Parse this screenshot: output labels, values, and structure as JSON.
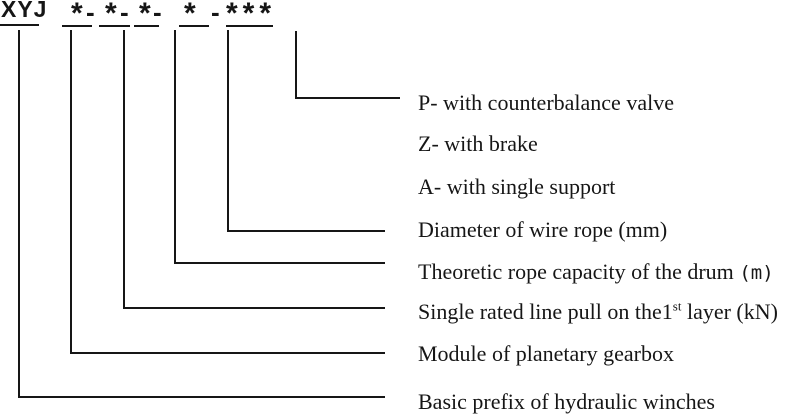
{
  "colors": {
    "ink": "#161616",
    "paper": "#ffffff"
  },
  "code": {
    "prefix": "XYJ",
    "stars": [
      "*",
      "*",
      "*",
      "*",
      "***"
    ],
    "dash": "-"
  },
  "labels": {
    "p_valve": "P- with counterbalance valve",
    "z_brake": "Z- with brake",
    "a_support": "A- with single support",
    "diameter": "Diameter of wire rope (mm)",
    "capacity_pre": "Theoretic rope capacity of the drum ",
    "capacity_unit": "(m)",
    "single_pre": "Single rated line pull on the1",
    "single_sup": "st",
    "single_post": " layer (kN)",
    "module": "Module of planetary gearbox",
    "basic": "Basic prefix of hydraulic winches"
  }
}
